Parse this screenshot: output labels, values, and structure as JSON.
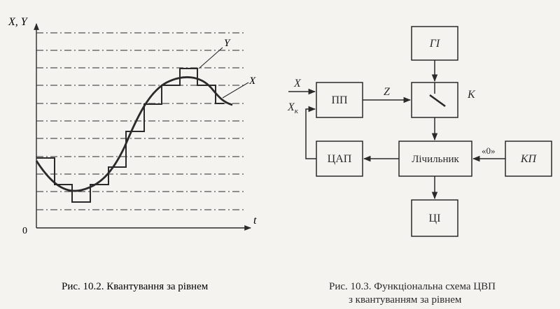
{
  "fig_left": {
    "y_axis_label": "X, Y",
    "x_axis_label": "t",
    "origin_label": "0",
    "curve_x_label": "X",
    "curve_y_label": "Y",
    "caption": "Рис. 10.2. Квантування за рівнем"
  },
  "fig_right": {
    "input_x": "X",
    "input_xk": "X",
    "input_xk_sub": "к",
    "signal_z": "Z",
    "switch_label": "К",
    "zero_label": "«0»",
    "blocks": {
      "gi": "ГІ",
      "pp": "ПП",
      "key": "",
      "counter": "Лічильник",
      "dac": "ЦАП",
      "kp": "КП",
      "ci": "ЦІ"
    },
    "caption_line1": "Рис. 10.3. Функціональна схема ЦВП",
    "caption_line2": "з квантуванням за рівнем"
  },
  "colors": {
    "ink": "#2a2a2a",
    "paper": "#f4f3ef"
  }
}
